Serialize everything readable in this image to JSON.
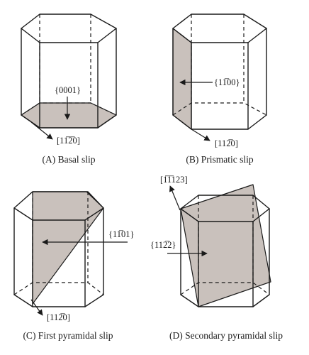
{
  "panels": [
    {
      "id": "A",
      "caption": "(A) Basal slip",
      "plane_label": "{0001}",
      "direction_label": "[11̅2̅0]"
    },
    {
      "id": "B",
      "caption": "(B) Prismatic slip",
      "plane_label": "{11̅00}",
      "direction_label": "[112̅0]"
    },
    {
      "id": "C",
      "caption": "(C) First pyramidal slip",
      "plane_label": "{11̅01}",
      "direction_label": "[112̅0]"
    },
    {
      "id": "D",
      "caption": "(D) Secondary pyramidal slip",
      "plane_label": "{112̅2}",
      "direction_label": "[1̅1̅123]"
    }
  ],
  "colors": {
    "plane_fill": "#c9c1bc",
    "line": "#1a1a1a"
  }
}
